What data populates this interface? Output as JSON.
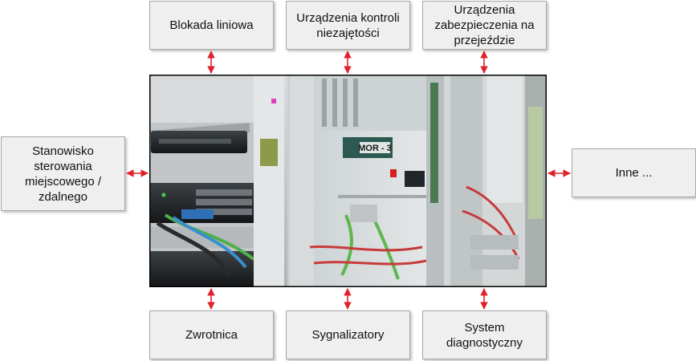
{
  "center_photo": {
    "cabinet_label": "MOR - 3"
  },
  "boxes": {
    "top": [
      {
        "label": "Blokada liniowa"
      },
      {
        "label": "Urządzenia kontroli\nniezajętości"
      },
      {
        "label": "Urządzenia\nzabezpieczenia na\nprzejeździe"
      }
    ],
    "left": {
      "label": "Stanowisko\nsterowania\nmiejscowego /\nzdalnego"
    },
    "right": {
      "label": "Inne ..."
    },
    "bottom": [
      {
        "label": "Zwrotnica"
      },
      {
        "label": "Sygnalizatory"
      },
      {
        "label": "System\ndiagnostyczny"
      }
    ]
  },
  "colors": {
    "arrow": "#e0202a",
    "box_fill": "#efefef",
    "box_border": "#a8a8a8"
  }
}
